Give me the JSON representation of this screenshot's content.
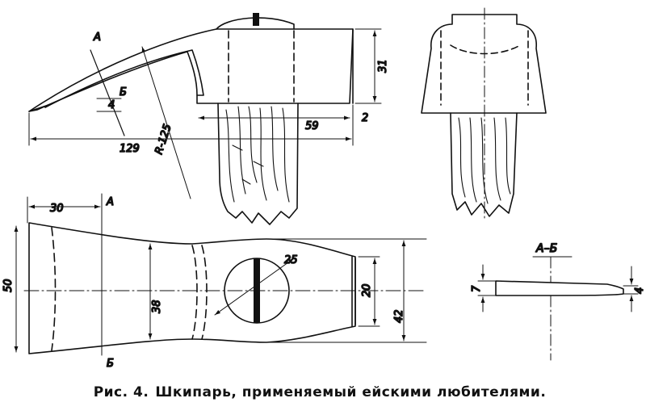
{
  "figure": {
    "caption_number": "Рис. 4.",
    "caption_text": "Шкипарь, применяемый ейскими любителями."
  },
  "side_view": {
    "section_mark_top": "А",
    "section_mark_bottom": "Б",
    "dim_blade_thickness": "4",
    "dim_radius": "R-125",
    "dim_total_length": "129",
    "dim_handle_width": "59",
    "dim_height": "31",
    "dim_butt_offset": "2"
  },
  "plan_view": {
    "section_mark_top": "А",
    "section_mark_bottom": "Б",
    "dim_edge_offset": "30",
    "dim_blade_width": "50",
    "dim_neck_width": "38",
    "dim_hole_diameter": "25",
    "dim_butt_width_inner": "20",
    "dim_butt_width_outer": "42"
  },
  "section_view": {
    "title": "А–Б",
    "dim_left_thickness": "7",
    "dim_right_thickness": "4"
  }
}
